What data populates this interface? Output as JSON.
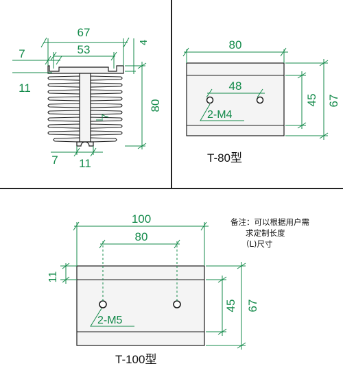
{
  "colors": {
    "dimension": "#138a4a",
    "outline": "#1a1a1a",
    "fill": "#f4f4f4",
    "dash": "#138a4a"
  },
  "profile": {
    "dim_width_total": "67",
    "dim_width_inner": "53",
    "dim_flange": "7",
    "dim_lip": "4",
    "dim_slot": "11",
    "dim_height": "80",
    "dim_fin": "7",
    "dim_foot": "7",
    "dim_foot_slot": "11"
  },
  "t80": {
    "caption": "T-80型",
    "dim_length": "80",
    "dim_hole_spacing": "48",
    "dim_hole_row": "45",
    "dim_width": "67",
    "hole_label": "2-M4"
  },
  "t100": {
    "caption": "T-100型",
    "dim_length": "100",
    "dim_hole_spacing": "80",
    "dim_edge": "11",
    "dim_hole_row": "45",
    "dim_width": "67",
    "hole_label": "2-M5"
  },
  "note": {
    "line1": "备注：可以根据用户需",
    "line2": "求定制长度",
    "line3": "（L)尺寸"
  }
}
